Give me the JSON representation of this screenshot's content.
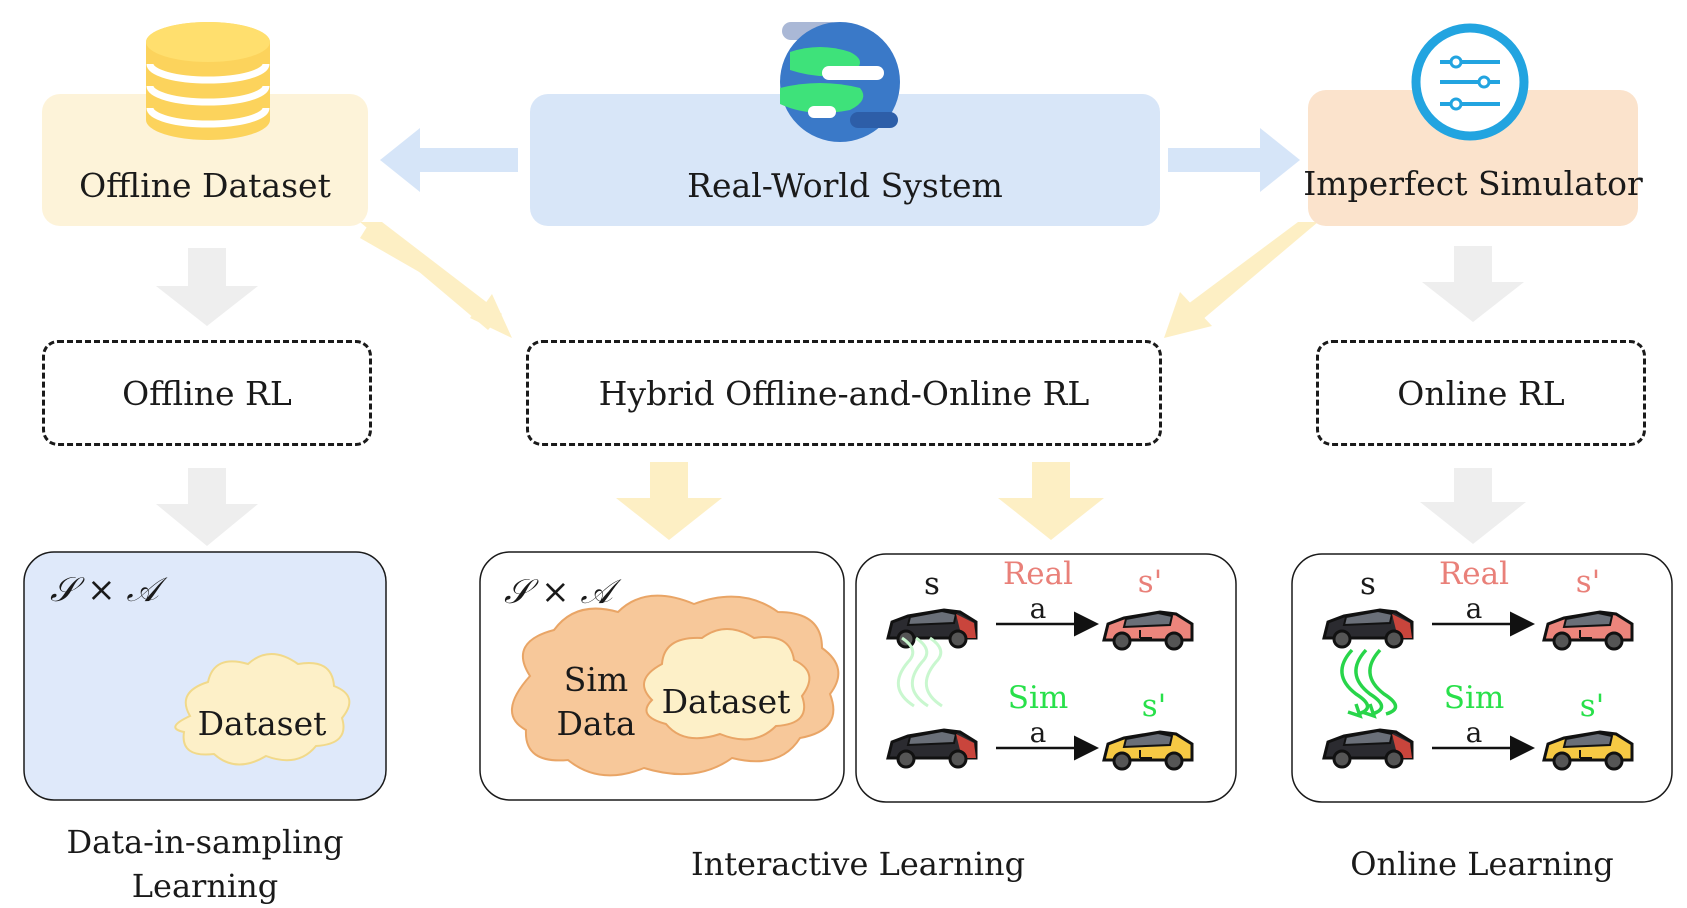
{
  "top": {
    "offline_dataset": "Offline Dataset",
    "real_world_system": "Real-World System",
    "imperfect_simulator": "Imperfect Simulator"
  },
  "middle": {
    "offline_rl": "Offline RL",
    "hybrid_rl": "Hybrid Offline-and-Online RL",
    "online_rl": "Online RL"
  },
  "panels": {
    "space_label": "𝒮 × 𝒜",
    "dataset": "Dataset",
    "sim_data_line1": "Sim",
    "sim_data_line2": "Data",
    "state": "s",
    "action": "a",
    "next_state": "s'",
    "real": "Real",
    "sim": "Sim"
  },
  "captions": {
    "data_in_sampling_line1": "Data-in-sampling",
    "data_in_sampling_line2": "Learning",
    "interactive": "Interactive Learning",
    "online": "Online Learning"
  },
  "colors": {
    "offline_fill": "#fdf3d9",
    "real_world_fill": "#d8e6f8",
    "simulator_fill": "#fbe3cc",
    "panel_blue": "#dfe9fa",
    "arrow_gray": "#eeeeee",
    "arrow_yellow": "#fdefc4",
    "arrow_blue": "#d6e5f8",
    "real_red": "#e98079",
    "sim_green": "#28e04a"
  },
  "icons": [
    "database-icon",
    "globe-icon",
    "sliders-icon",
    "car-icon"
  ]
}
